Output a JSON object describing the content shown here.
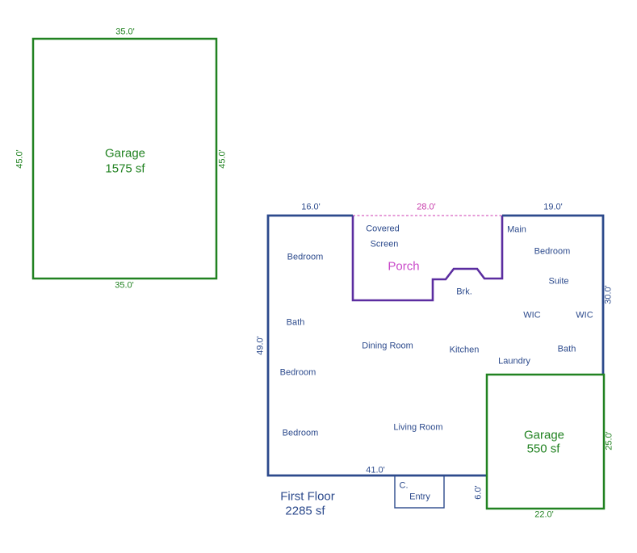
{
  "colors": {
    "wall_blue": "#2c4a8c",
    "garage_green": "#218221",
    "porch_purple": "#5b2da0",
    "porch_pink_dashed": "#de7ccb",
    "magenta_text": "#c73aaa"
  },
  "detached_garage": {
    "label": "Garage",
    "area": "1575 sf",
    "dim_top": "35.0'",
    "dim_bottom": "35.0'",
    "dim_left": "45.0'",
    "dim_right": "45.0'"
  },
  "first_floor": {
    "caption_line1": "First Floor",
    "caption_line2": "2285 sf",
    "dims": {
      "top_left": "16.0'",
      "porch_top": "28.0'",
      "top_right": "19.0'",
      "right": "30.0'",
      "left": "49.0'",
      "bottom": "41.0'",
      "garage_offset": "6.0'"
    },
    "rooms": {
      "bedroom_nw": "Bedroom",
      "bath_w": "Bath",
      "bedroom_w": "Bedroom",
      "bedroom_sw": "Bedroom",
      "covered": "Covered",
      "screen": "Screen",
      "porch": "Porch",
      "brk": "Brk.",
      "main": "Main",
      "bedroom_e": "Bedroom",
      "suite": "Suite",
      "wic_w": "WIC",
      "wic_e": "WIC",
      "bath_e": "Bath",
      "laundry": "Laundry",
      "dining": "Dining Room",
      "kitchen": "Kitchen",
      "living": "Living Room",
      "closet": "C.",
      "entry": "Entry"
    }
  },
  "attached_garage": {
    "label": "Garage",
    "area": "550 sf",
    "dim_right": "25.0'",
    "dim_bottom": "22.0'"
  }
}
